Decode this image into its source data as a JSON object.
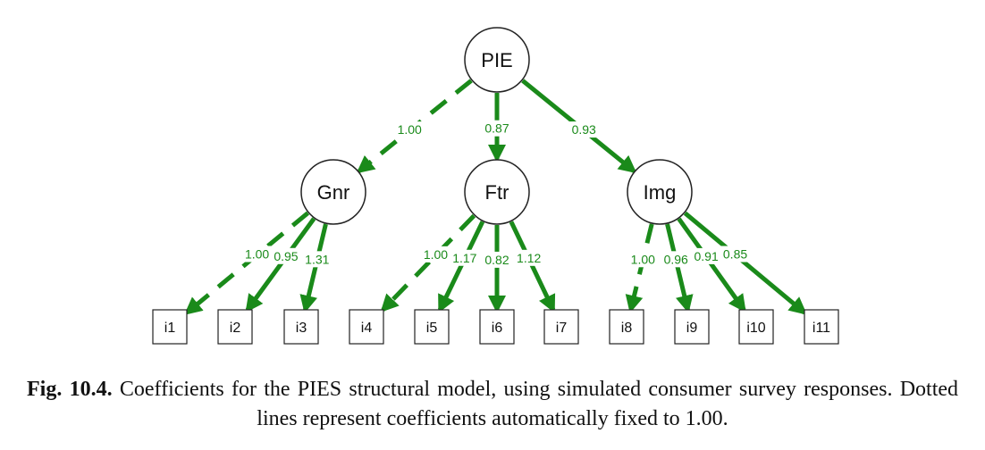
{
  "diagram": {
    "nodes": [
      {
        "id": "PIE",
        "label": "PIE",
        "kind": "latent"
      },
      {
        "id": "Gnr",
        "label": "Gnr",
        "kind": "latent"
      },
      {
        "id": "Ftr",
        "label": "Ftr",
        "kind": "latent"
      },
      {
        "id": "Img",
        "label": "Img",
        "kind": "latent"
      },
      {
        "id": "i1",
        "label": "i1",
        "kind": "item"
      },
      {
        "id": "i2",
        "label": "i2",
        "kind": "item"
      },
      {
        "id": "i3",
        "label": "i3",
        "kind": "item"
      },
      {
        "id": "i4",
        "label": "i4",
        "kind": "item"
      },
      {
        "id": "i5",
        "label": "i5",
        "kind": "item"
      },
      {
        "id": "i6",
        "label": "i6",
        "kind": "item"
      },
      {
        "id": "i7",
        "label": "i7",
        "kind": "item"
      },
      {
        "id": "i8",
        "label": "i8",
        "kind": "item"
      },
      {
        "id": "i9",
        "label": "i9",
        "kind": "item"
      },
      {
        "id": "i10",
        "label": "i10",
        "kind": "item"
      },
      {
        "id": "i11",
        "label": "i11",
        "kind": "item"
      }
    ],
    "edges": [
      {
        "from": "PIE",
        "to": "Gnr",
        "coef": "1.00",
        "fixed": true
      },
      {
        "from": "PIE",
        "to": "Ftr",
        "coef": "0.87",
        "fixed": false
      },
      {
        "from": "PIE",
        "to": "Img",
        "coef": "0.93",
        "fixed": false
      },
      {
        "from": "Gnr",
        "to": "i1",
        "coef": "1.00",
        "fixed": true
      },
      {
        "from": "Gnr",
        "to": "i2",
        "coef": "0.95",
        "fixed": false
      },
      {
        "from": "Gnr",
        "to": "i3",
        "coef": "1.31",
        "fixed": false
      },
      {
        "from": "Ftr",
        "to": "i4",
        "coef": "1.00",
        "fixed": true
      },
      {
        "from": "Ftr",
        "to": "i5",
        "coef": "1.17",
        "fixed": false
      },
      {
        "from": "Ftr",
        "to": "i6",
        "coef": "0.82",
        "fixed": false
      },
      {
        "from": "Ftr",
        "to": "i7",
        "coef": "1.12",
        "fixed": false
      },
      {
        "from": "Img",
        "to": "i8",
        "coef": "1.00",
        "fixed": true
      },
      {
        "from": "Img",
        "to": "i9",
        "coef": "0.96",
        "fixed": false
      },
      {
        "from": "Img",
        "to": "i10",
        "coef": "0.91",
        "fixed": false
      },
      {
        "from": "Img",
        "to": "i11",
        "coef": "0.85",
        "fixed": false
      }
    ],
    "edge_color": "#1a8a1a"
  },
  "caption": {
    "figure_label": "Fig. 10.4.",
    "text": "Coefficients for the PIES structural model, using simulated consumer survey responses. Dotted lines represent coefficients automatically fixed to 1.00."
  }
}
